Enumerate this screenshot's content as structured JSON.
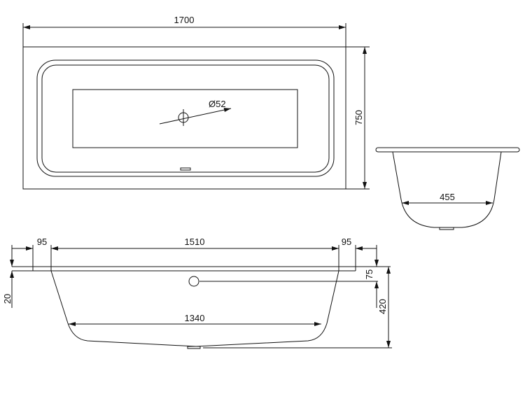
{
  "top_view": {
    "length": "1700",
    "width": "750",
    "drain_diameter": "Ø52"
  },
  "side_view": {
    "inner_width": "455"
  },
  "front_view": {
    "rim_left": "95",
    "inner_length": "1510",
    "rim_right": "95",
    "rim_thickness": "20",
    "overflow_height": "75",
    "total_height": "420",
    "bottom_length": "1340"
  },
  "colors": {
    "line": "#111111",
    "background": "#ffffff"
  }
}
